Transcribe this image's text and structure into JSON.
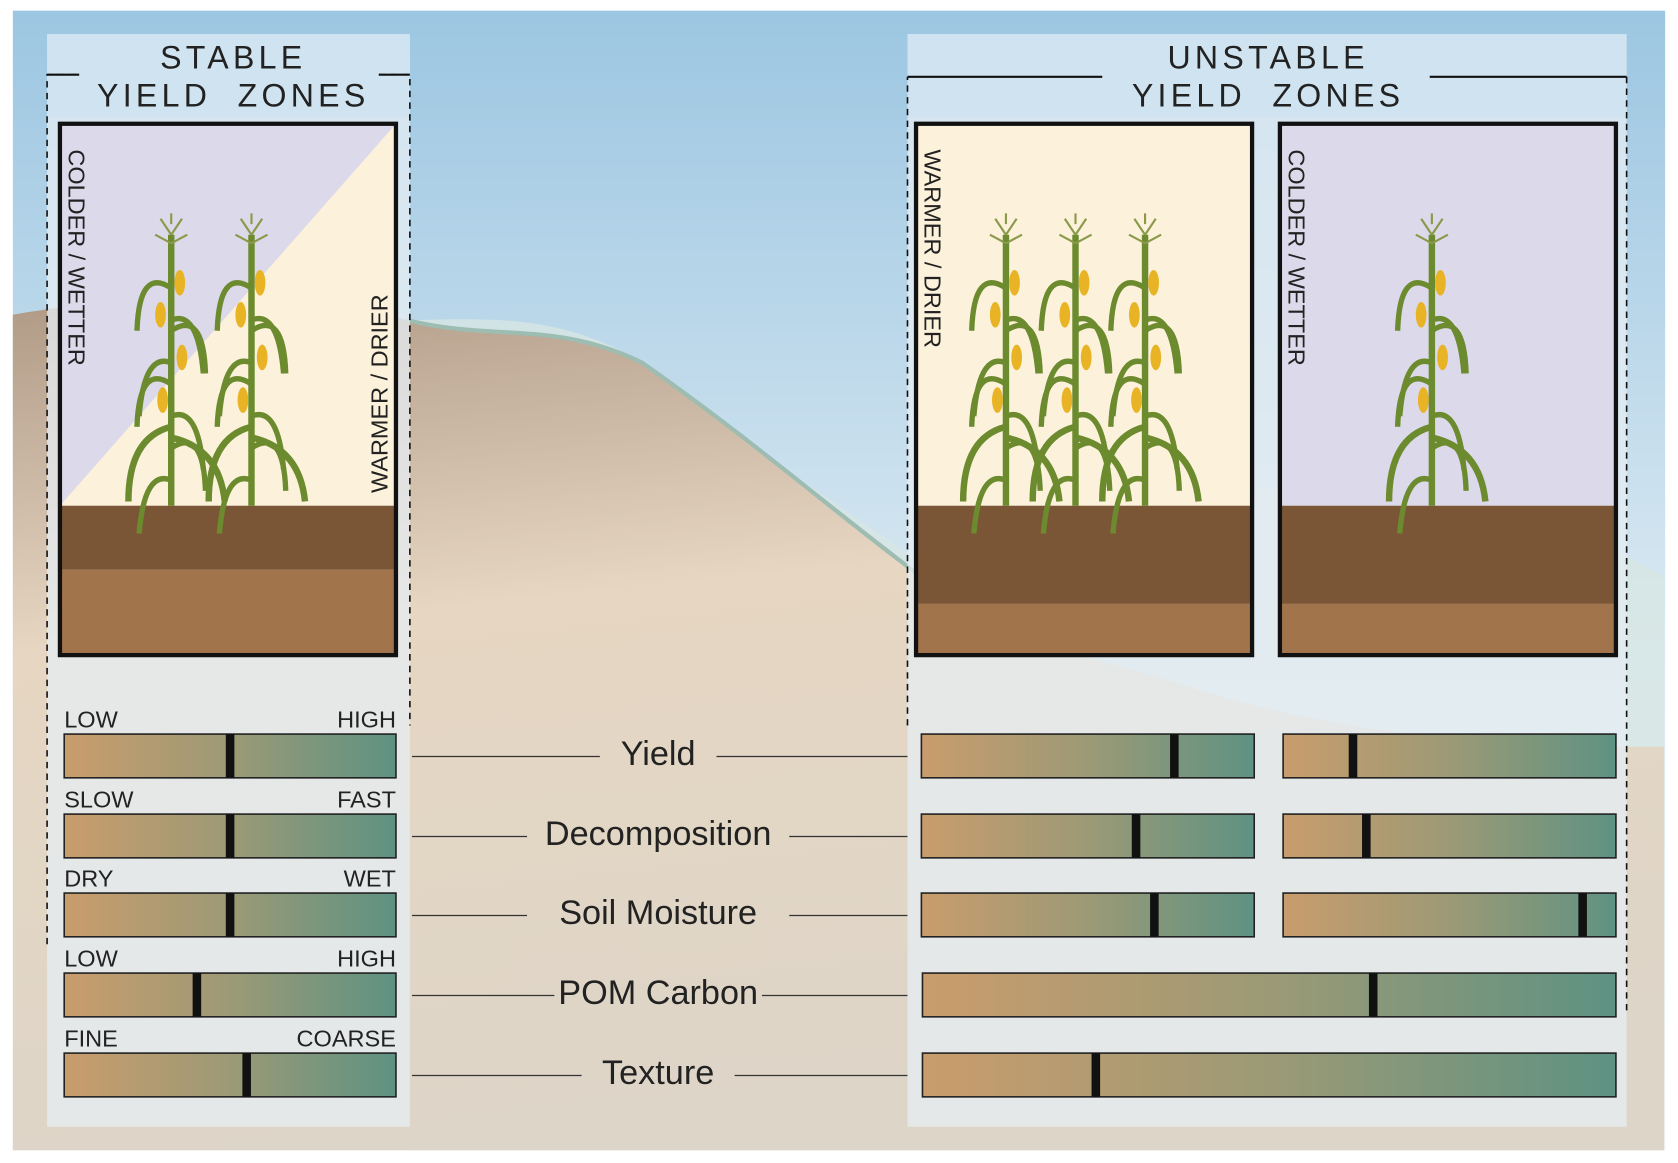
{
  "stable": {
    "title_line1": "STABLE",
    "title_line2": "YIELD  ZONES",
    "left_label": "COLDER / WETTER",
    "right_label": "WARMER / DRIER",
    "plant_count": 2
  },
  "unstable": {
    "title_line1": "UNSTABLE",
    "title_line2": "YIELD  ZONES",
    "warm_label": "WARMER / DRIER",
    "cold_label": "COLDER / WETTER",
    "warm_plant_count": 3,
    "cold_plant_count": 1
  },
  "metrics": [
    {
      "name": "Yield",
      "low": "LOW",
      "high": "HIGH",
      "stable": 0.5,
      "unstable_warm": 0.76,
      "unstable_cold": 0.21
    },
    {
      "name": "Decomposition",
      "low": "SLOW",
      "high": "FAST",
      "stable": 0.5,
      "unstable_warm": 0.645,
      "unstable_cold": 0.25
    },
    {
      "name": "Soil Moisture",
      "low": "DRY",
      "high": "WET",
      "stable": 0.5,
      "unstable_warm": 0.7,
      "unstable_cold": 0.9
    },
    {
      "name": "POM Carbon",
      "low": "LOW",
      "high": "HIGH",
      "stable": 0.4,
      "unstable": 0.65
    },
    {
      "name": "Texture",
      "low": "FINE",
      "high": "COARSE",
      "stable": 0.55,
      "unstable": 0.25
    }
  ],
  "colors": {
    "sky_top": "#9cc6e2",
    "sky_bottom": "#e9f1f4",
    "hill": "#c9b49a",
    "panel": "#cfe3f0",
    "cold_fill": "#dcd9ea",
    "warm_fill": "#fcf1da",
    "soil_top": "#7b5636",
    "soil_bottom": "#a1744c",
    "bar_low": "#c99c6c",
    "bar_high": "#5e9282",
    "stalk": "#6c8a2e",
    "cob": "#e8b325"
  }
}
